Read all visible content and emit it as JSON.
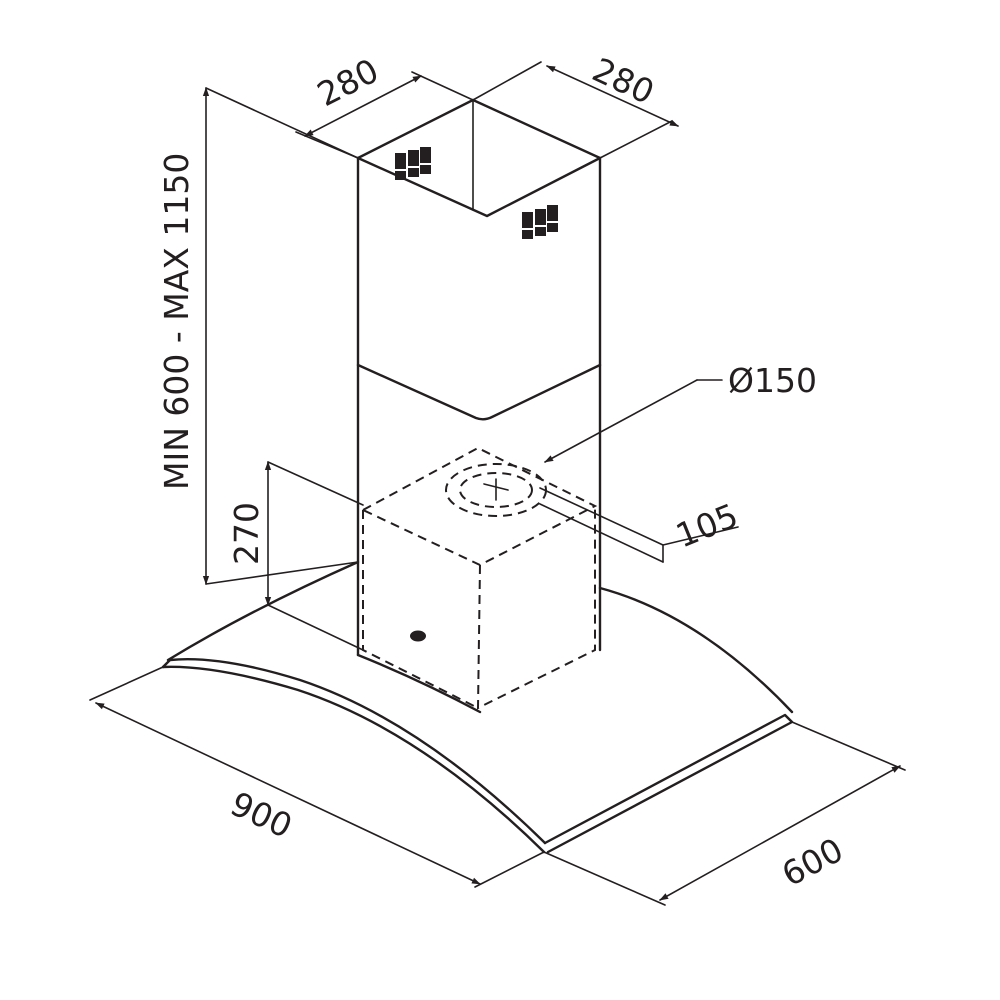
{
  "diagram": {
    "labels": {
      "chimney_width": "280",
      "chimney_depth": "280",
      "height_range": "MIN 600 - MAX 1150",
      "duct_diameter": "Ø150",
      "duct_offset": "105",
      "motor_height": "270",
      "hood_width": "900",
      "hood_depth": "600"
    },
    "colors": {
      "line": "#231f20",
      "background": "#ffffff"
    }
  }
}
